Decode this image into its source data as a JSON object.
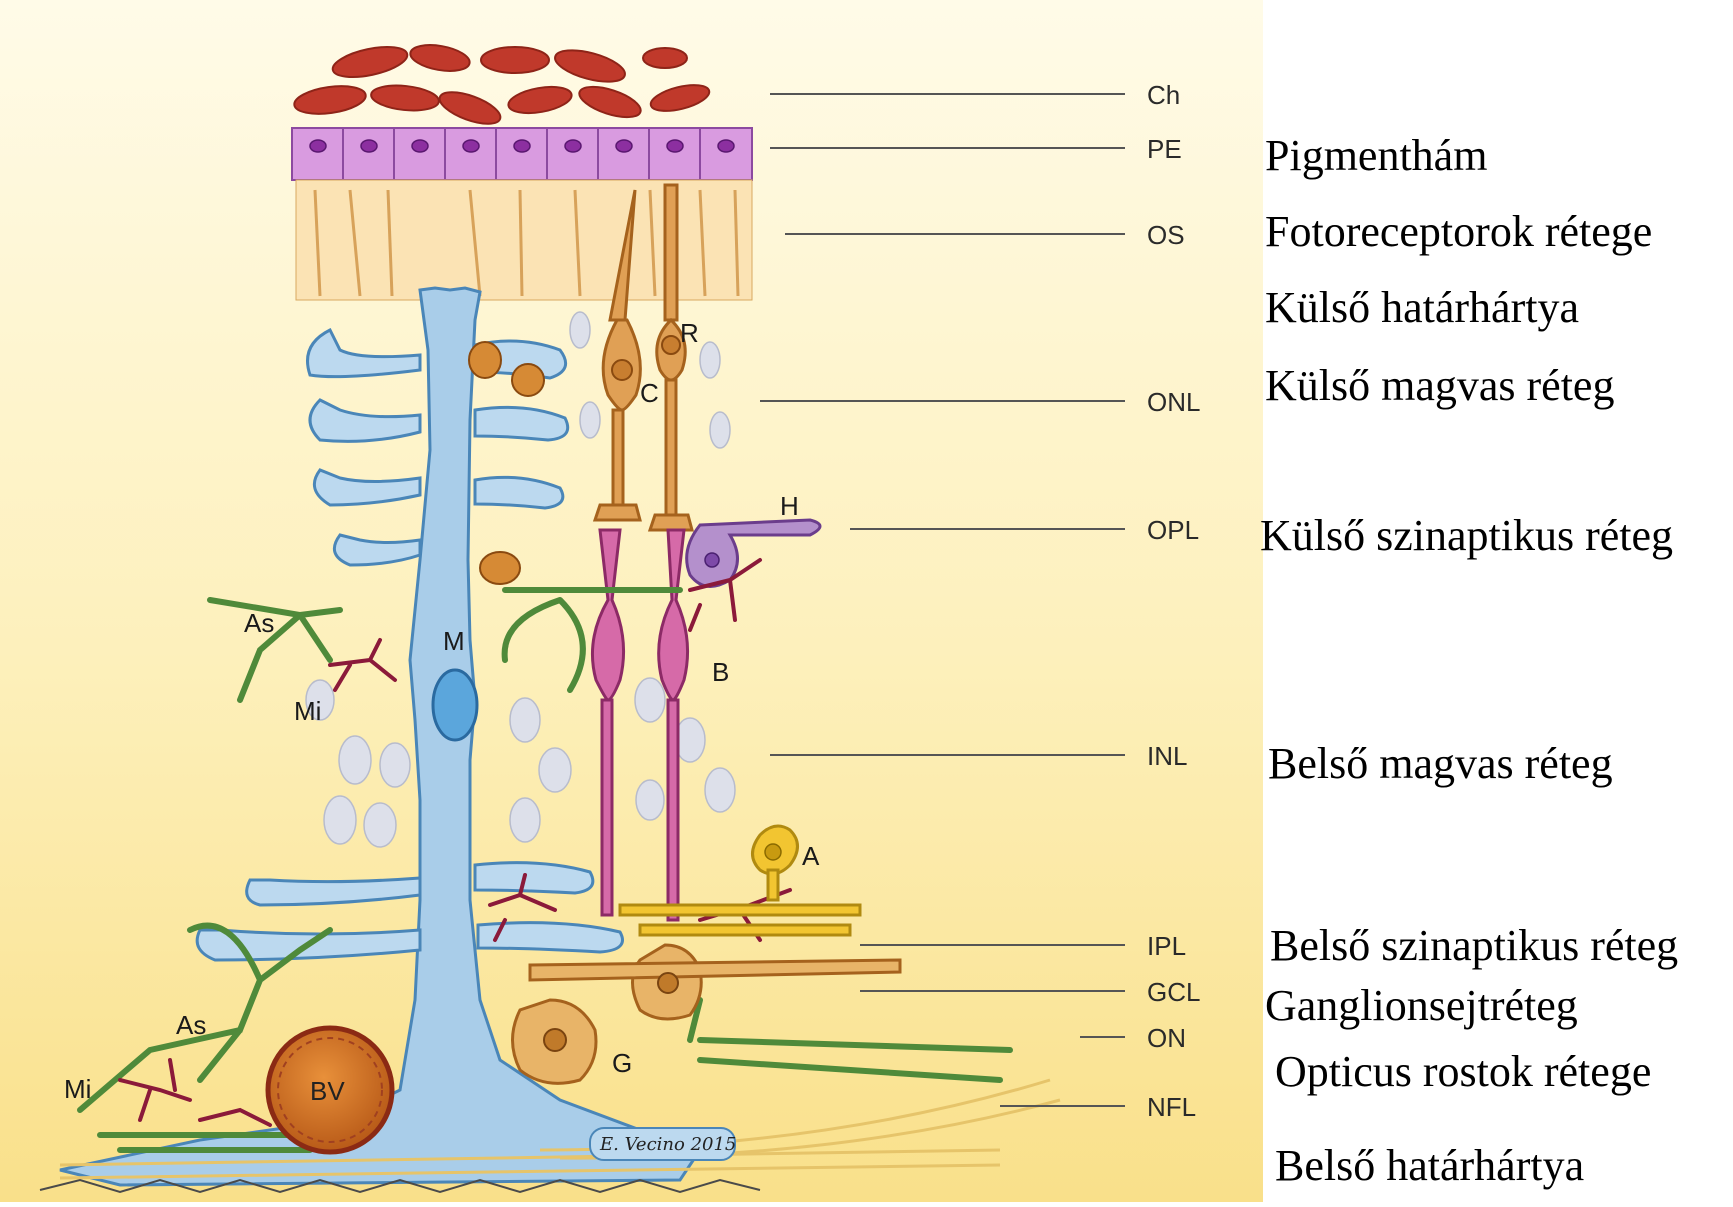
{
  "layers": [
    {
      "abbr": "Ch",
      "name": ""
    },
    {
      "abbr": "PE",
      "name": "Pigmenthám"
    },
    {
      "abbr": "OS",
      "name": "Fotoreceptorok rétege"
    },
    {
      "abbr": "",
      "name": "Külső határhártya"
    },
    {
      "abbr": "ONL",
      "name": "Külső magvas réteg"
    },
    {
      "abbr": "OPL",
      "name": "Külső szinaptikus réteg"
    },
    {
      "abbr": "INL",
      "name": "Belső magvas réteg"
    },
    {
      "abbr": "IPL",
      "name": "Belső szinaptikus réteg"
    },
    {
      "abbr": "GCL",
      "name": "Ganglionsejtréteg"
    },
    {
      "abbr": "ON",
      "name": "Opticus rostok rétege"
    },
    {
      "abbr": "NFL",
      "name": "Belső határhártya"
    }
  ],
  "cells": {
    "cone": "C",
    "rod": "R",
    "horizontal": "H",
    "bipolar": "B",
    "muller": "M",
    "astrocyte_top": "As",
    "microglia_top": "Mi",
    "amacrine": "A",
    "ganglion": "G",
    "astrocyte_bottom": "As",
    "microglia_bottom": "Mi",
    "blood_vessel": "BV"
  },
  "signature": "E. Vecino 2015",
  "colors": {
    "background_top": "#fdf3c4",
    "muller": "#a9cde9",
    "photoreceptor": "#d9954a",
    "bipolar": "#d66aa8",
    "astrocyte": "#5a9a45",
    "microglia": "#8b1a3a",
    "amacrine": "#f2c531",
    "pigment": "#d99be0",
    "choroid": "#c0392b"
  }
}
